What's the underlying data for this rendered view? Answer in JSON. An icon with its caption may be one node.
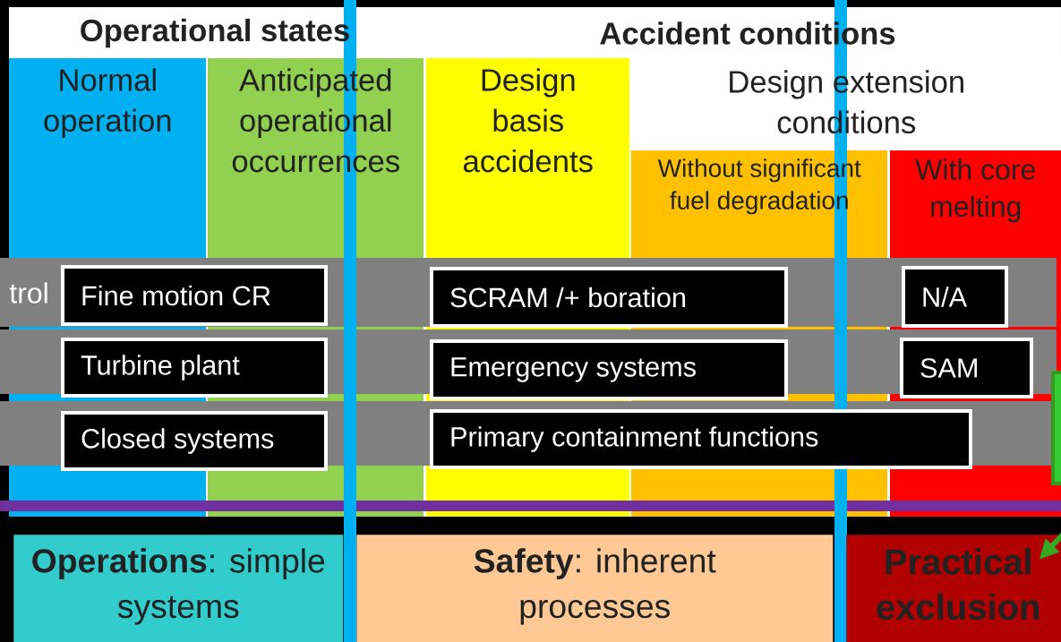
{
  "diagram": {
    "nodes": [
      {
        "text": [
          "Normal operation"
        ]
      },
      {
        "text": [
          "Anticipated operational occurrences"
        ]
      },
      {
        "text": [
          "Design basis accidents"
        ]
      },
      {
        "text": [
          "Design extension conditions"
        ]
      },
      {
        "text": [
          "Without significant fuel degradation"
        ]
      },
      {
        "text": [
          "With core melting"
        ]
      },
      {
        "text": [
          "Fine motion CR"
        ]
      },
      {
        "text": [
          "SCRAM /+ boration"
        ]
      },
      {
        "text": [
          "N/A"
        ]
      },
      {
        "text": [
          "Turbine plant"
        ]
      },
      {
        "text": [
          "Emergency systems"
        ]
      },
      {
        "text": [
          "SAM"
        ]
      },
      {
        "text": [
          "Closed systems"
        ]
      },
      {
        "text": [
          "Primary containment functions"
        ]
      },
      {
        "text": [],
        "shape": "box"
      },
      {
        "text": [
          "**Operations**: simple systems"
        ]
      },
      {
        "text": [
          "**Safety**: inherent processes"
        ]
      },
      {
        "text": [
          "Practical exclusion"
        ]
      }
    ],
    "edges": [
      {
        "from": null,
        "to": 17,
        "arrow": "to",
        "color": "#33aa22"
      }
    ],
    "labels": [
      "Operational states",
      "Accident conditions",
      "trol"
    ]
  }
}
